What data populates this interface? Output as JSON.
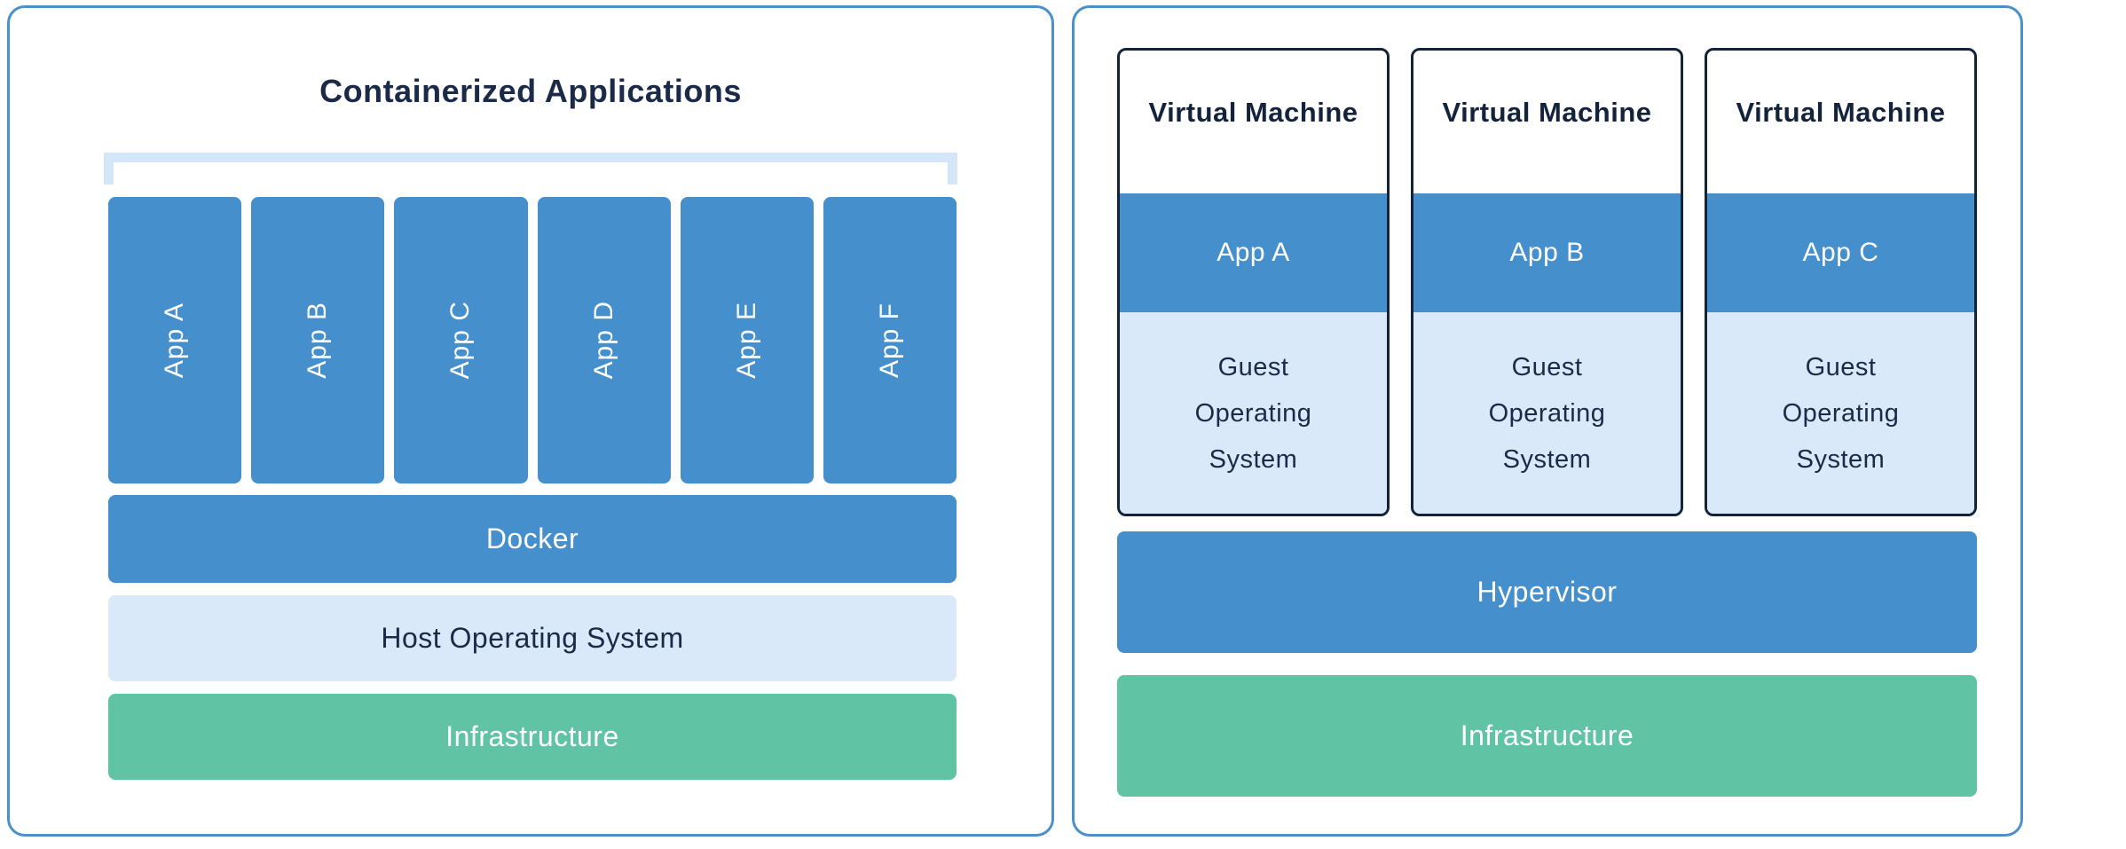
{
  "colors": {
    "panel_border": "#4B90CA",
    "blue": "#468FCD",
    "light_blue": "#D9E9F9",
    "bracket_blue": "#D4E6F7",
    "green": "#5FC3A4",
    "navy": "#1B2A47",
    "vm_border": "#14233C"
  },
  "left_panel": {
    "title": "Containerized Applications",
    "apps": [
      "App A",
      "App B",
      "App C",
      "App D",
      "App E",
      "App F"
    ],
    "layers": [
      {
        "label": "Docker"
      },
      {
        "label": "Host Operating System"
      },
      {
        "label": "Infrastructure"
      }
    ]
  },
  "right_panel": {
    "vms": [
      {
        "title": "Virtual Machine",
        "app": "App A",
        "os": "Guest Operating System"
      },
      {
        "title": "Virtual Machine",
        "app": "App B",
        "os": "Guest Operating System"
      },
      {
        "title": "Virtual Machine",
        "app": "App C",
        "os": "Guest Operating System"
      }
    ],
    "layers": [
      {
        "label": "Hypervisor"
      },
      {
        "label": "Infrastructure"
      }
    ]
  }
}
